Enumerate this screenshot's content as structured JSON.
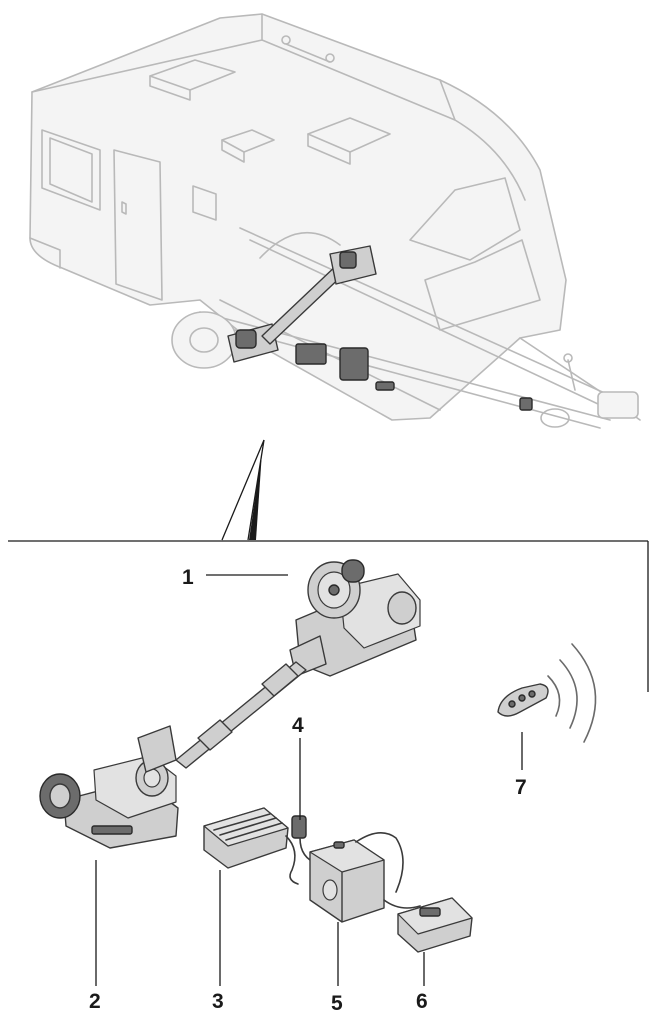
{
  "callouts": [
    {
      "id": "1",
      "label": "1"
    },
    {
      "id": "2",
      "label": "2"
    },
    {
      "id": "3",
      "label": "3"
    },
    {
      "id": "4",
      "label": "4"
    },
    {
      "id": "5",
      "label": "5"
    },
    {
      "id": "6",
      "label": "6"
    },
    {
      "id": "7",
      "label": "7"
    }
  ],
  "icons": {
    "caravan": "caravan-outline-icon",
    "remote": "remote-control-icon",
    "signal": "wireless-signal-icon"
  },
  "colors": {
    "outline": "#b9b9b9",
    "parts": "#cfcfcf",
    "dark": "#6c6c6c",
    "ink": "#1a1a1a"
  }
}
